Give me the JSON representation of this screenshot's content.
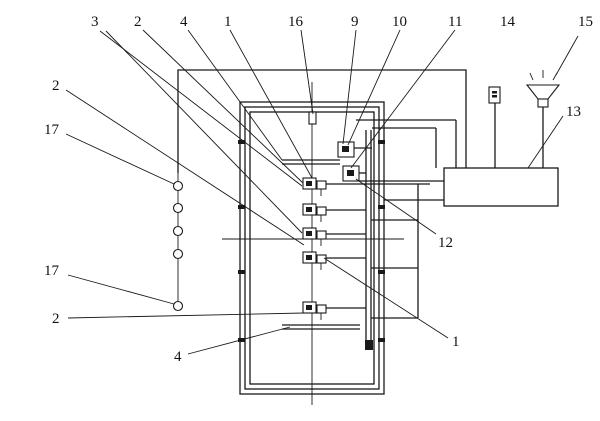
{
  "labels": {
    "l3": "3",
    "l2a": "2",
    "l4a": "4",
    "l1a": "1",
    "l16": "16",
    "l9": "9",
    "l10": "10",
    "l11": "11",
    "l14": "14",
    "l15": "15",
    "l2b": "2",
    "l17a": "17",
    "l13": "13",
    "l12": "12",
    "l17b": "17",
    "l2c": "2",
    "l4b": "4",
    "l1b": "1"
  }
}
